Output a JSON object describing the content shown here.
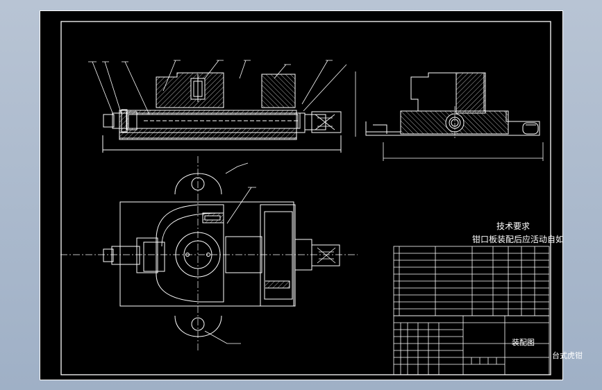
{
  "technical_requirements": {
    "title": "技术要求",
    "line": "钳口板装配后应活动自如"
  },
  "title_block": {
    "drawing_type": "装配图",
    "part_name": "台式虎钳"
  },
  "colors": {
    "background": "#000000",
    "line": "#ffffff",
    "window": "#a9b8cc"
  }
}
